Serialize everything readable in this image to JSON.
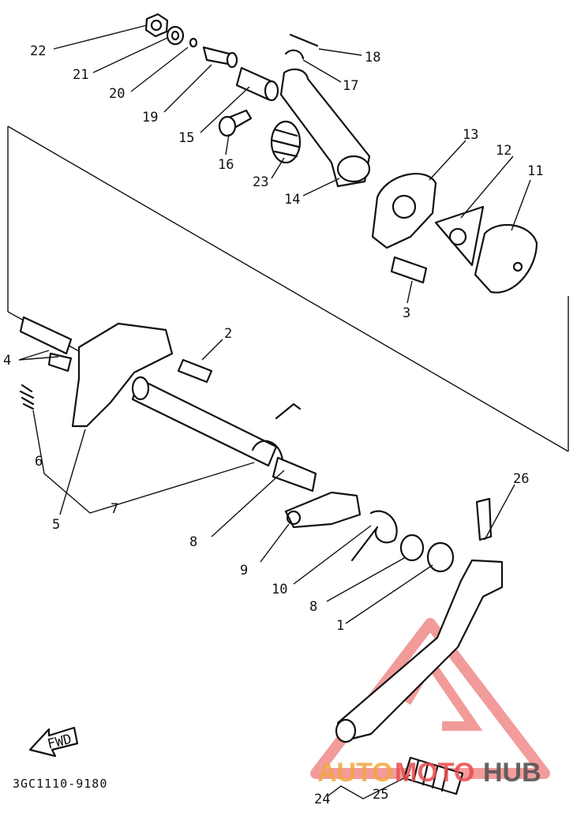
{
  "diagram": {
    "part_numbers": [
      "22",
      "21",
      "20",
      "19",
      "15",
      "16",
      "18",
      "17",
      "23",
      "14",
      "13",
      "12",
      "11",
      "3",
      "2",
      "4",
      "6",
      "5",
      "7",
      "8",
      "9",
      "10",
      "8",
      "1",
      "26",
      "24",
      "25"
    ],
    "fwd_label": "FWD",
    "drawing_code": "3GC1110-9180"
  },
  "watermark": {
    "auto": "AUTO",
    "moto": "MOTO",
    "hub": "HUB",
    "colors": {
      "auto": "#f2a640",
      "moto": "#e84b4b",
      "hub": "#555555",
      "logo": "#e84b4b"
    }
  }
}
